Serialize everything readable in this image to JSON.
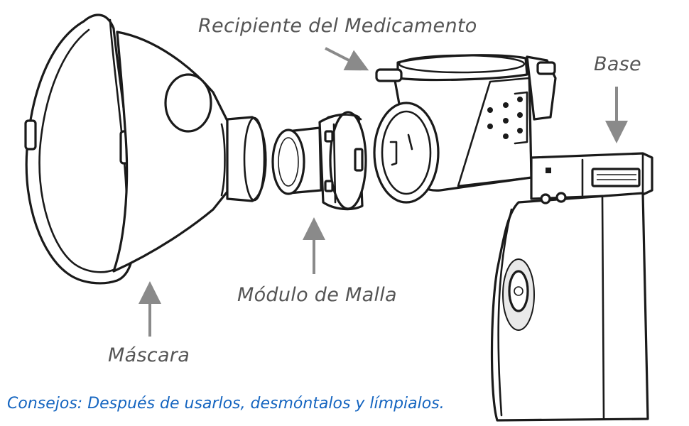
{
  "labels": {
    "recipiente": "Recipiente del Medicamento",
    "base": "Base",
    "modulo": "Módulo de Malla",
    "mascara": "Máscara"
  },
  "tip": "Consejos: Después de usarlos, desmóntalos y límpialos.",
  "colors": {
    "label_text": "#555555",
    "arrow": "#8a8a8a",
    "line_art": "#1a1a1a",
    "tip_text": "#1565c0",
    "background": "#ffffff"
  }
}
